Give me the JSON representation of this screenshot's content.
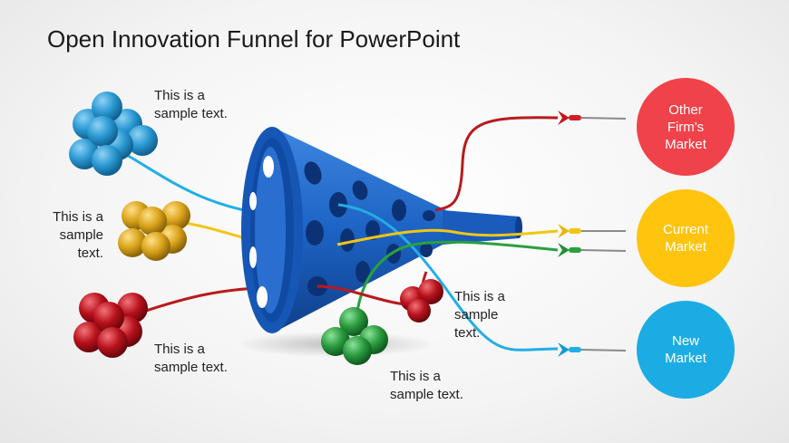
{
  "title": "Open Innovation Funnel for PowerPoint",
  "notes": {
    "blue": [
      "This is a",
      "sample text."
    ],
    "yellow": [
      "This is a",
      "sample",
      "text."
    ],
    "red": [
      "This is a",
      "sample text."
    ],
    "green": [
      "This is a",
      "sample text."
    ],
    "darkred": [
      "This is a",
      "sample",
      "text."
    ]
  },
  "markets": [
    {
      "lines": [
        "Other",
        "Firm's",
        "Market"
      ],
      "color": "#f0424a"
    },
    {
      "lines": [
        "Current",
        "Market"
      ],
      "color": "#fec40e"
    },
    {
      "lines": [
        "New",
        "Market"
      ],
      "color": "#1cace4"
    }
  ],
  "colors": {
    "funnel": "#1d63c4",
    "blue_balls": "#2a98d2",
    "yellow_balls": "#d9a31a",
    "red_balls": "#b8121c",
    "green_balls": "#2a9a3e",
    "wire_red": "#b81a1e",
    "wire_yellow": "#f3c514",
    "wire_green": "#29a13e",
    "wire_blue": "#22aee6"
  }
}
